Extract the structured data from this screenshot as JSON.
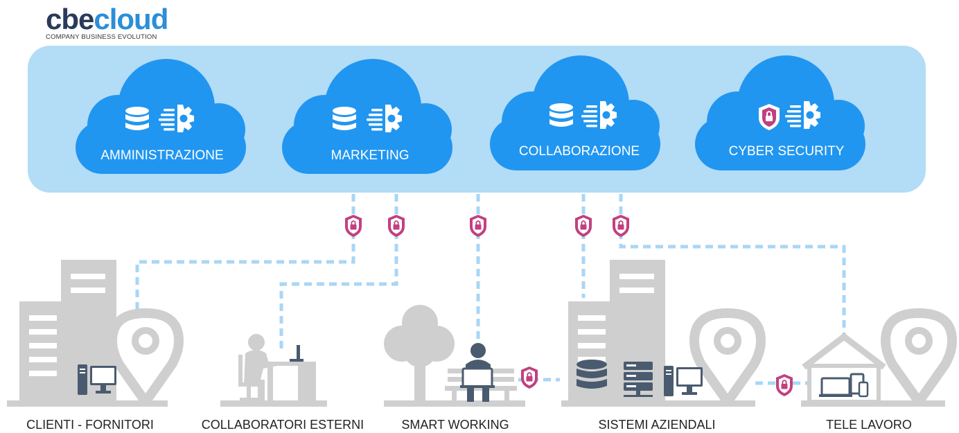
{
  "logo": {
    "word_part1": "cbe",
    "word_part2": "cloud",
    "tagline": "COMPANY BUSINESS EVOLUTION"
  },
  "clouds": [
    {
      "label": "AMMINISTRAZIONE",
      "icon_left": "database-icon",
      "icon_right": "gear-icon"
    },
    {
      "label": "MARKETING",
      "icon_left": "database-icon",
      "icon_right": "gear-icon"
    },
    {
      "label": "COLLABORAZIONE",
      "icon_left": "database-icon",
      "icon_right": "gear-icon"
    },
    {
      "label": "CYBER SECURITY",
      "icon_left": "shield-lock-icon",
      "icon_right": "gear-icon"
    }
  ],
  "locations": [
    {
      "label": "CLIENTI - FORNITORI",
      "icon": "building-pin-icon"
    },
    {
      "label": "COLLABORATORI ESTERNI",
      "icon": "desk-worker-icon"
    },
    {
      "label": "SMART WORKING",
      "icon": "park-bench-laptop-icon"
    },
    {
      "label": "SISTEMI AZIENDALI",
      "icon": "building-servers-icon"
    },
    {
      "label": "TELE LAVORO",
      "icon": "house-devices-icon"
    }
  ],
  "colors": {
    "cloud": "#2196f0",
    "band": "#b3dcf7",
    "connector": "#a9d6f5",
    "lock": "#c2407f",
    "grey": "#cfcfcf",
    "device": "#4a5b6f"
  }
}
